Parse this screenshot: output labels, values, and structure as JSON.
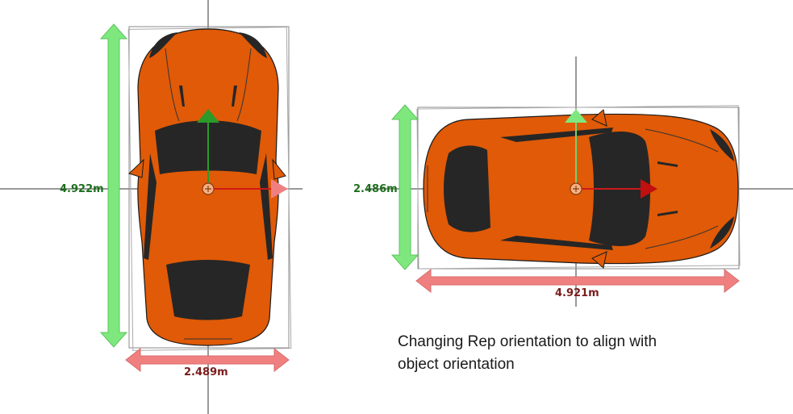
{
  "views": [
    {
      "name": "vertical-car",
      "length_label": "4.922m",
      "width_label": "2.489m"
    },
    {
      "name": "horizontal-car",
      "length_label": "4.921m",
      "width_label": "2.486m"
    }
  ],
  "caption": {
    "line1": "Changing Rep orientation to align with",
    "line2": "object orientation"
  },
  "colors": {
    "car_body": "#e05a07",
    "car_glass": "#262626",
    "length_arrow": "#7ee87e",
    "width_arrow": "#f08080",
    "up_axis": "#2a9a2a",
    "right_axis": "#d01818",
    "crosshair": "#333333",
    "label_green": "#1e6e1e",
    "label_red": "#7a1c1c"
  }
}
